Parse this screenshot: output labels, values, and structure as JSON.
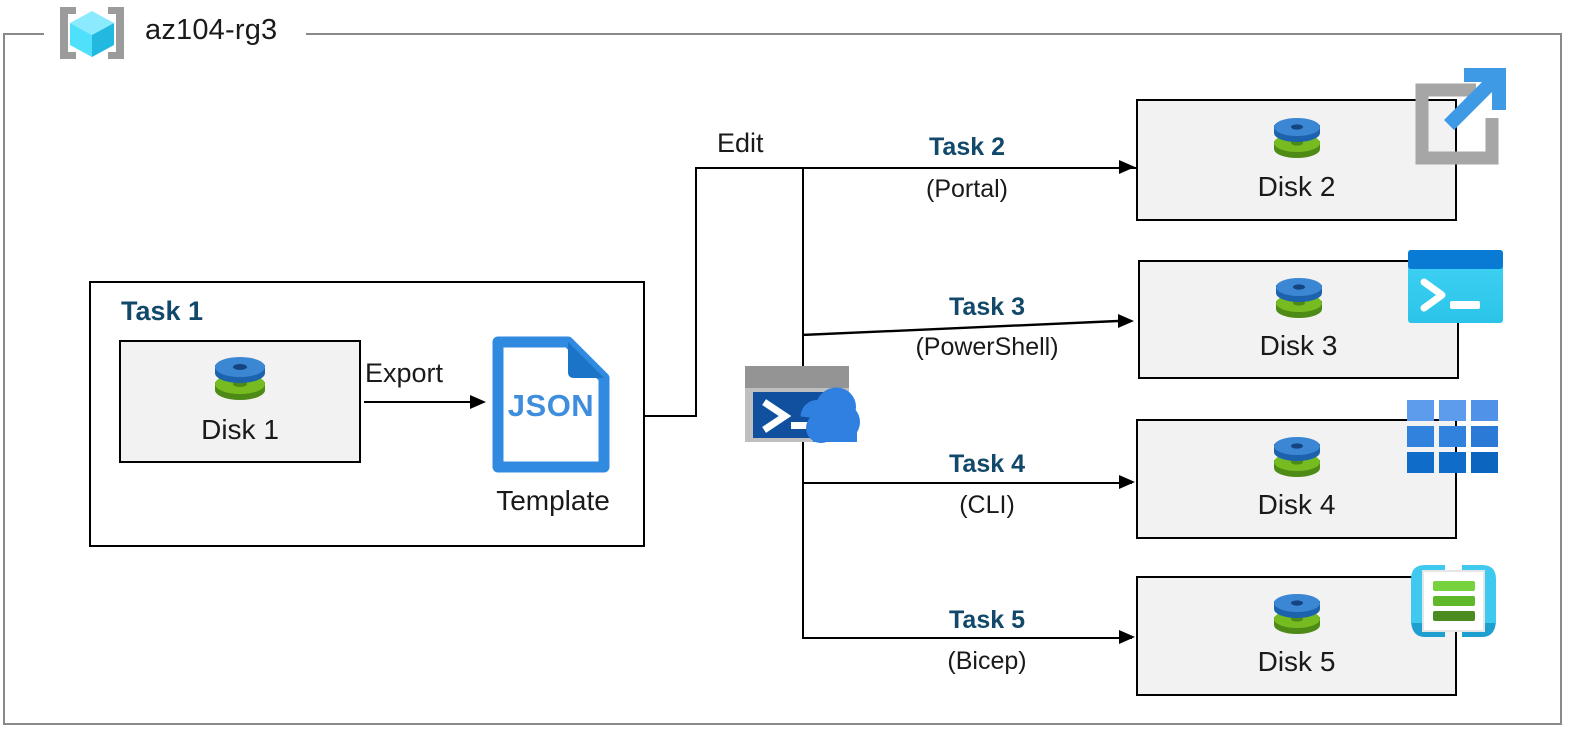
{
  "diagram": {
    "type": "azure-architecture-flow",
    "resource_group": {
      "name": "az104-rg3",
      "icon": "resource-group-icon"
    },
    "task1": {
      "title": "Task 1",
      "source_resource": {
        "label": "Disk 1",
        "icon": "managed-disk-icon"
      },
      "export_label": "Export",
      "template": {
        "badge": "JSON",
        "label": "Template",
        "icon": "json-file-icon"
      }
    },
    "edit_label": "Edit",
    "cloud_shell": {
      "icon": "cloud-shell-icon"
    },
    "flows": [
      {
        "task": "Task 2",
        "tool": "(Portal)",
        "target": {
          "label": "Disk 2",
          "icon": "managed-disk-icon"
        },
        "tool_icon": "azure-portal-icon"
      },
      {
        "task": "Task 3",
        "tool": "(PowerShell)",
        "target": {
          "label": "Disk 3",
          "icon": "managed-disk-icon"
        },
        "tool_icon": "powershell-icon"
      },
      {
        "task": "Task 4",
        "tool": "(CLI)",
        "target": {
          "label": "Disk 4",
          "icon": "managed-disk-icon"
        },
        "tool_icon": "azure-cli-icon"
      },
      {
        "task": "Task 5",
        "tool": "(Bicep)",
        "target": {
          "label": "Disk 5",
          "icon": "managed-disk-icon"
        },
        "tool_icon": "bicep-icon"
      }
    ],
    "colors": {
      "task_label": "#12496b",
      "box_fill": "#f2f2f2",
      "box_border": "#000000",
      "frame_border": "#898989",
      "json_blue": "#2f8ae0",
      "disk_blue": "#3b87d4",
      "disk_green": "#6fac29",
      "cyan": "#36c6f0",
      "portal_gray": "#a6a6a6"
    }
  }
}
